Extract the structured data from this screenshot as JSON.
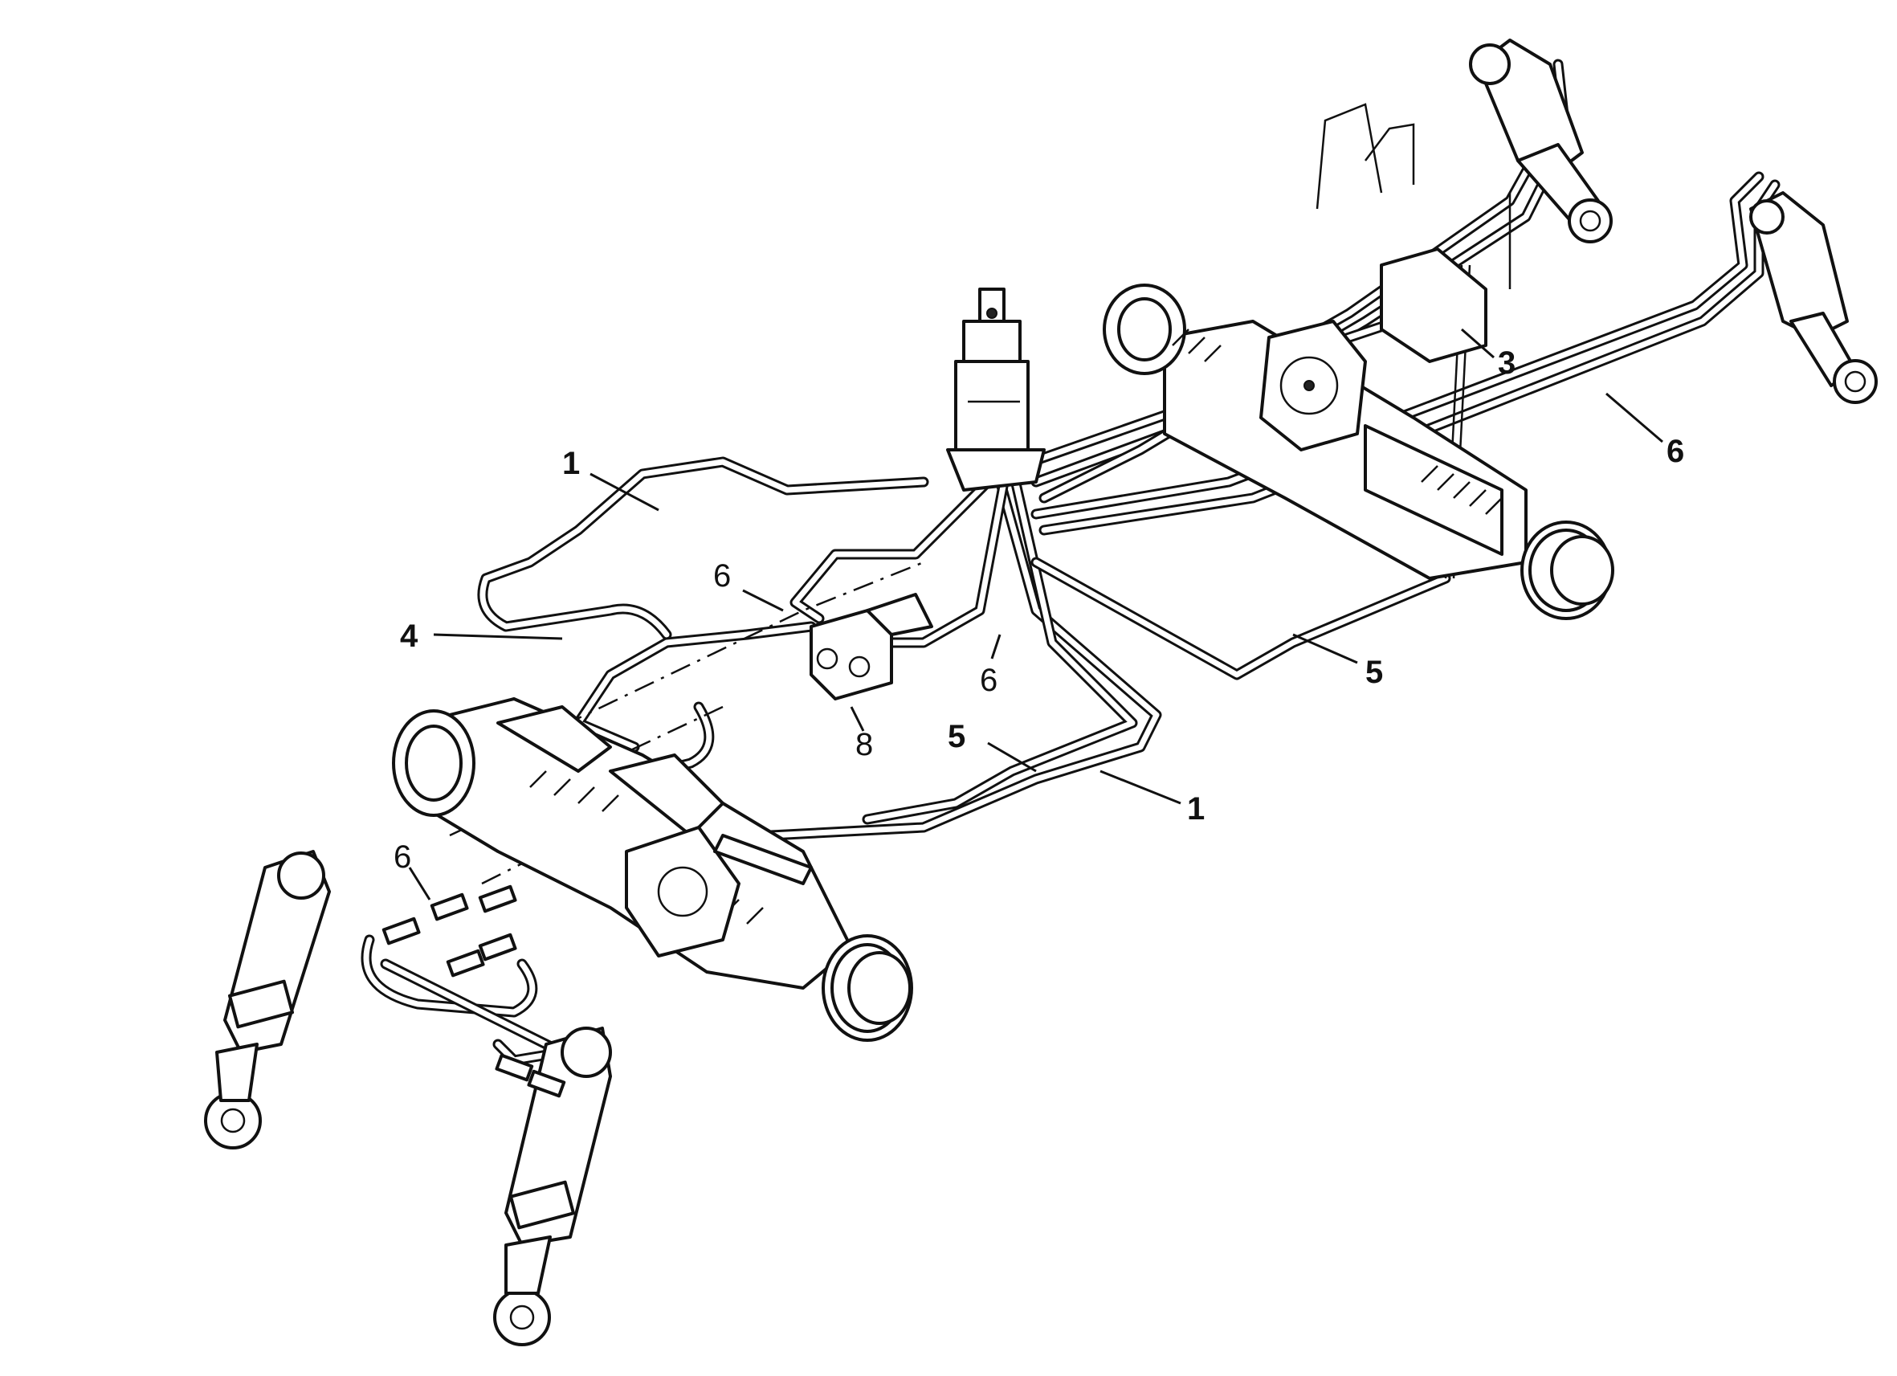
{
  "callouts": {
    "c1_top": "1",
    "c1_bottom": "1",
    "c3": "3",
    "c4": "4",
    "c5_left": "5",
    "c5_right": "5",
    "c6_top": "6",
    "c6_mid": "6",
    "c6_right": "6",
    "c6_left": "6",
    "c8": "8"
  }
}
